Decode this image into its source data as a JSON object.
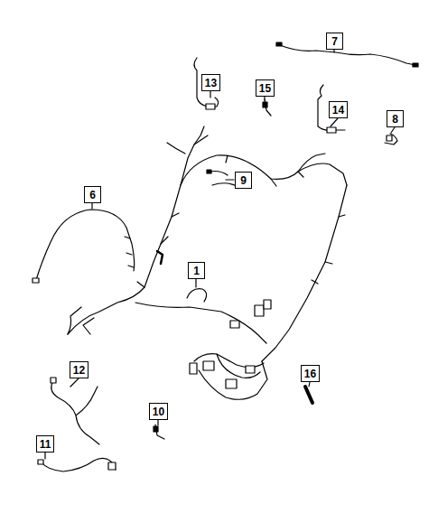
{
  "diagram": {
    "nodes": [
      {
        "text": [
          "7"
        ]
      },
      {
        "text": [
          "13"
        ]
      },
      {
        "text": [
          "15"
        ]
      },
      {
        "text": [
          "14"
        ]
      },
      {
        "text": [
          "8"
        ]
      },
      {
        "text": [
          "9"
        ]
      },
      {
        "text": [
          "6"
        ]
      },
      {
        "text": [
          "1"
        ]
      },
      {
        "text": [
          "12"
        ]
      },
      {
        "text": [
          "16"
        ]
      },
      {
        "text": [
          "10"
        ]
      },
      {
        "text": [
          "11"
        ]
      }
    ]
  }
}
